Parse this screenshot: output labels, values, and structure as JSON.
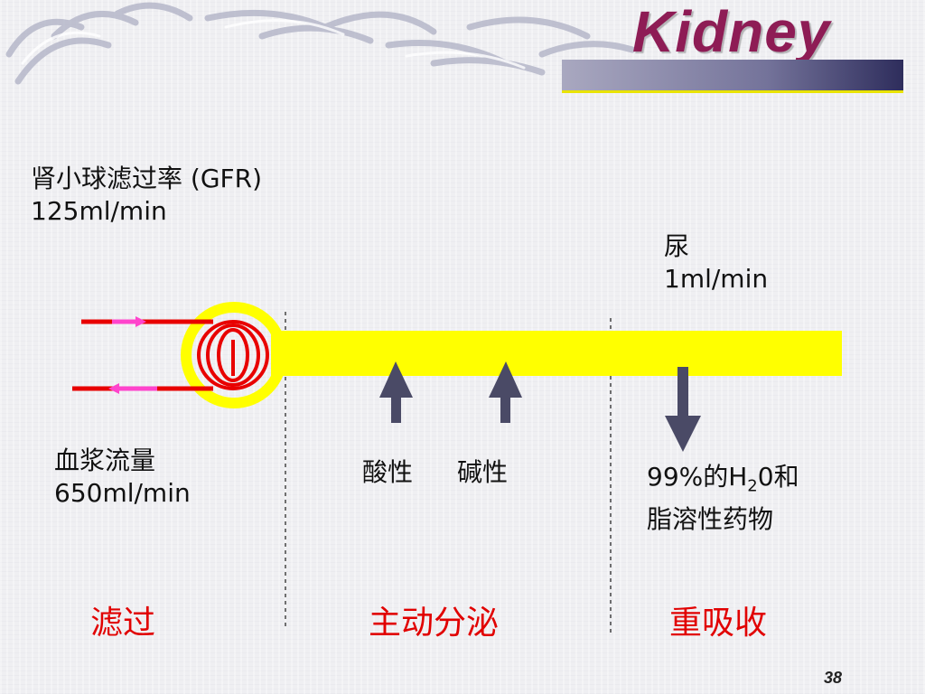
{
  "slide": {
    "title": "Kidney",
    "page_number": "38"
  },
  "labels": {
    "gfr_name": "肾小球滤过率 (GFR)",
    "gfr_rate": "125ml/min",
    "urine_name": "尿",
    "urine_rate": "1ml/min",
    "plasma_name": "血浆流量",
    "plasma_rate": "650ml/min",
    "acidic": "酸性",
    "basic": "碱性",
    "reabsorb_line1_prefix": "99%的H",
    "reabsorb_line1_sub": "2",
    "reabsorb_line1_suffix": "0和",
    "reabsorb_line2": "脂溶性药物"
  },
  "processes": {
    "filtration": "滤过",
    "secretion": "主动分泌",
    "reabsorption": "重吸收"
  },
  "colors": {
    "title": "#8e1c55",
    "tubule": "#ffff00",
    "vessel": "#e80000",
    "flow_arrow": "#ff44cc",
    "transport_arrow": "#4a4a66",
    "process_text": "#e10000"
  }
}
